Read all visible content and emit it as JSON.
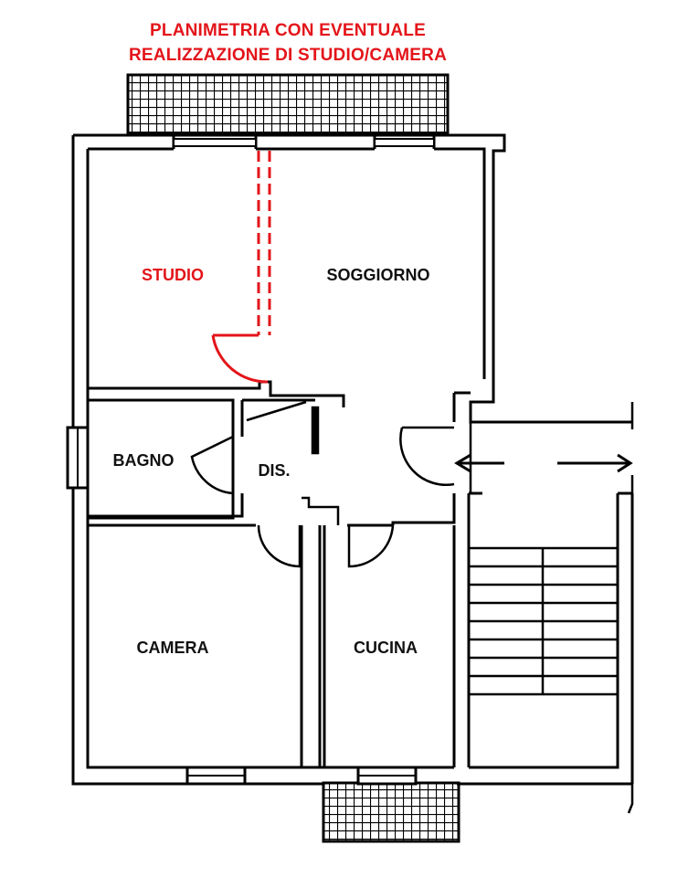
{
  "title": {
    "line1": "PLANIMETRIA CON EVENTUALE",
    "line2": "REALIZZAZIONE DI STUDIO/CAMERA"
  },
  "rooms": {
    "studio": "STUDIO",
    "soggiorno": "SOGGIORNO",
    "bagno": "BAGNO",
    "disimpegno": "DIS.",
    "camera": "CAMERA",
    "cucina": "CUCINA"
  },
  "colors": {
    "accent_red": "#e3151a",
    "wall": "#000000",
    "background": "#ffffff"
  }
}
